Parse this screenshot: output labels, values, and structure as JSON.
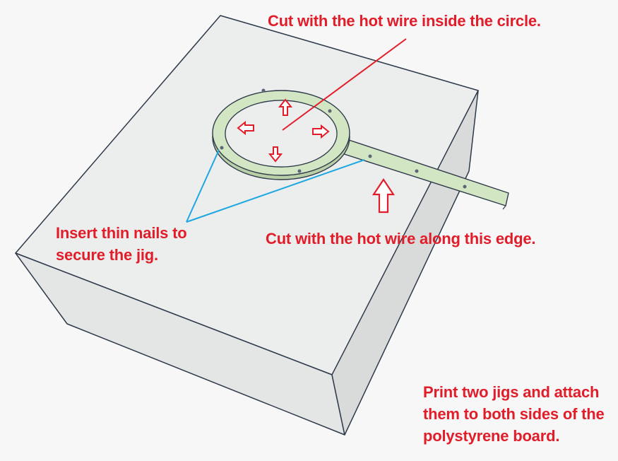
{
  "annotations": {
    "cut_inside_circle": "Cut with the hot wire inside the circle.",
    "cut_along_edge": "Cut with the hot wire along this edge.",
    "insert_nails": [
      "Insert thin nails to",
      "secure the jig."
    ],
    "print_jigs": [
      "Print two jigs and attach",
      "them to both sides of the",
      "polystyrene board."
    ]
  },
  "colors": {
    "annotation_text": "#e11d2a",
    "leader_red": "#e11d2a",
    "leader_blue": "#1ea7e0",
    "board_top": "#eceeee",
    "board_front": "#e4e6e6",
    "board_side": "#d9dbdb",
    "jig_fill": "#d3e6c4",
    "outline": "#2e3a4a"
  }
}
